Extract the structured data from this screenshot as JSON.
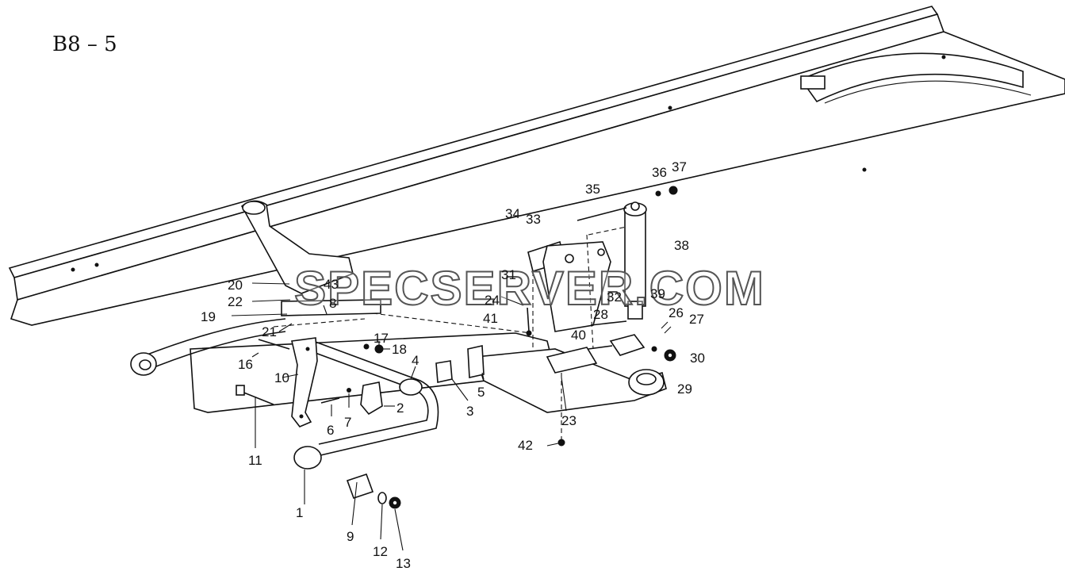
{
  "sheet": {
    "title": "B8 – 5"
  },
  "watermark": {
    "text": "SPECSERVER.COM"
  },
  "callouts": [
    "1",
    "2",
    "3",
    "4",
    "5",
    "6",
    "7",
    "8",
    "9",
    "10",
    "11",
    "12",
    "13",
    "16",
    "17",
    "18",
    "19",
    "20",
    "21",
    "22",
    "23",
    "24",
    "26",
    "27",
    "28",
    "29",
    "30",
    "31",
    "32",
    "33",
    "34",
    "35",
    "36",
    "37",
    "38",
    "39",
    "40",
    "41",
    "42",
    "43"
  ],
  "colors": {
    "ink": "#111111",
    "paper": "#ffffff"
  }
}
